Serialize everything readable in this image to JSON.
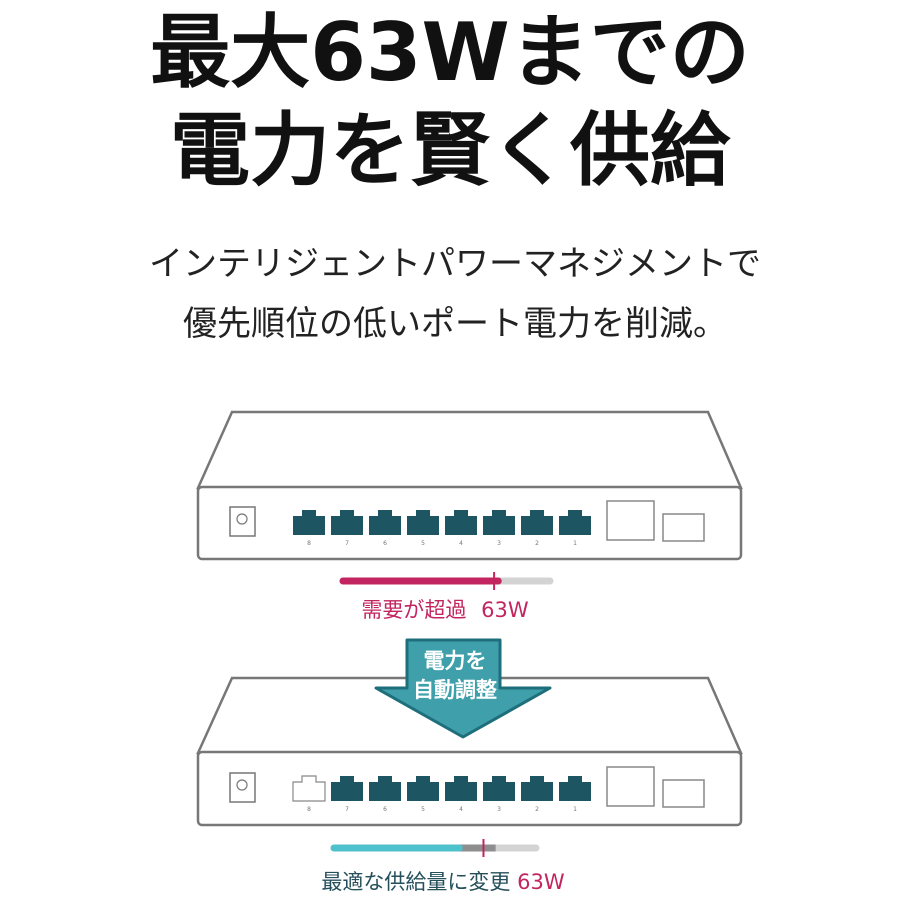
{
  "headline": {
    "line1": "最大63Wまでの",
    "line2": "電力を賢く供給"
  },
  "subtitle": {
    "line1": "インテリジェントパワーマネジメントで",
    "line2": "優先順位の低いポート電力を削減。"
  },
  "switch_before": {
    "port_labels": [
      "8",
      "7",
      "6",
      "5",
      "4",
      "3",
      "2",
      "1"
    ],
    "ports_powered": [
      true,
      true,
      true,
      true,
      true,
      true,
      true,
      true
    ],
    "bar_fill_fraction": 0.75,
    "limit_marker_fraction": 0.73,
    "caption": "需要が超過",
    "caption_value": "63W"
  },
  "arrow": {
    "line1": "電力を",
    "line2": "自動調整"
  },
  "switch_after": {
    "port_labels": [
      "8",
      "7",
      "6",
      "5",
      "4",
      "3",
      "2",
      "1"
    ],
    "ports_powered": [
      false,
      true,
      true,
      true,
      true,
      true,
      true,
      true
    ],
    "bar_fill_fraction": 0.62,
    "bar_grey_fraction": 0.8,
    "limit_marker_fraction": 0.74,
    "caption": "最適な供給量に変更",
    "caption_value": "63W"
  },
  "colors": {
    "port": "#1d5562",
    "demand": "#c2255f",
    "adjusted": "#4dc1cc",
    "arrow_fill": "#3f9fab",
    "arrow_stroke": "#1e6f7b",
    "caption_after": "#25505b",
    "track": "#d3d3d3"
  }
}
